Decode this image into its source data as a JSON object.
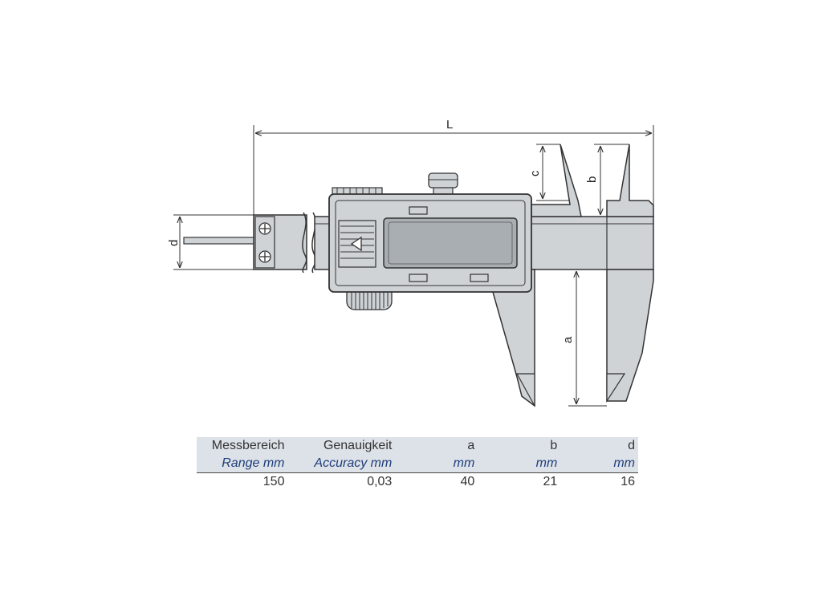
{
  "dimensions": {
    "L": "L",
    "a": "a",
    "b": "b",
    "c": "c",
    "d": "d"
  },
  "table": {
    "headers_de": [
      "Messbereich",
      "Genauigkeit",
      "a",
      "b",
      "d"
    ],
    "headers_en": [
      "Range mm",
      "Accuracy mm",
      "mm",
      "mm",
      "mm"
    ],
    "rows": [
      [
        "150",
        "0,03",
        "40",
        "21",
        "16"
      ]
    ]
  },
  "colors": {
    "body_fill": "#cfd3d6",
    "display_fill": "#a9aeb2",
    "outline": "#333333",
    "table_header_bg": "#dde1e8",
    "table_english_text": "#1f3f7a"
  }
}
